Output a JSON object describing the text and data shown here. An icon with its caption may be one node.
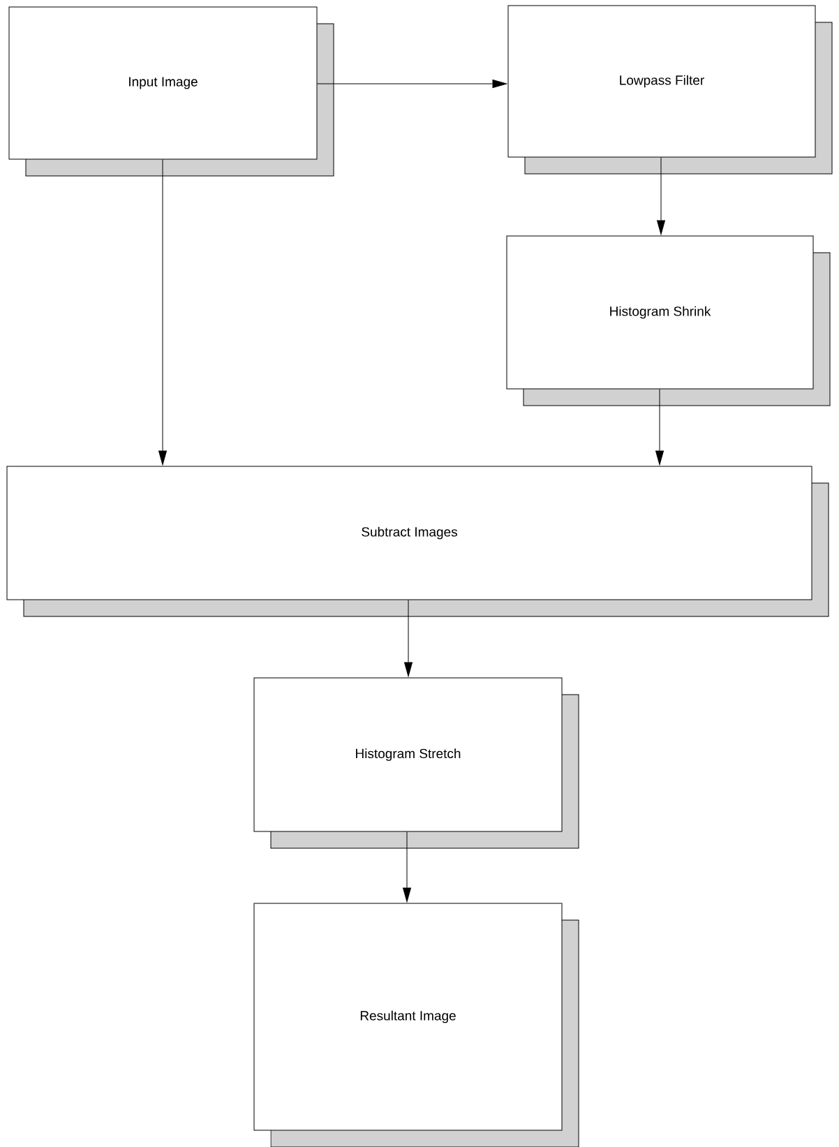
{
  "diagram": {
    "nodes": [
      {
        "text": [
          "Input Image"
        ]
      },
      {
        "text": [
          "Lowpass Filter"
        ]
      },
      {
        "text": [
          "Histogram Shrink"
        ]
      },
      {
        "text": [
          "Subtract Images"
        ]
      },
      {
        "text": [
          "Histogram Stretch"
        ]
      },
      {
        "text": [
          "Resultant Image"
        ]
      }
    ],
    "edges": [
      {
        "from": 0,
        "to": 1,
        "arrow": "to"
      },
      {
        "from": 1,
        "to": 2,
        "arrow": "to"
      },
      {
        "from": 2,
        "to": 3,
        "arrow": "to"
      },
      {
        "from": 0,
        "to": 3,
        "arrow": "to"
      },
      {
        "from": 3,
        "to": 4,
        "arrow": "to"
      },
      {
        "from": 4,
        "to": 5,
        "arrow": "to"
      }
    ]
  }
}
